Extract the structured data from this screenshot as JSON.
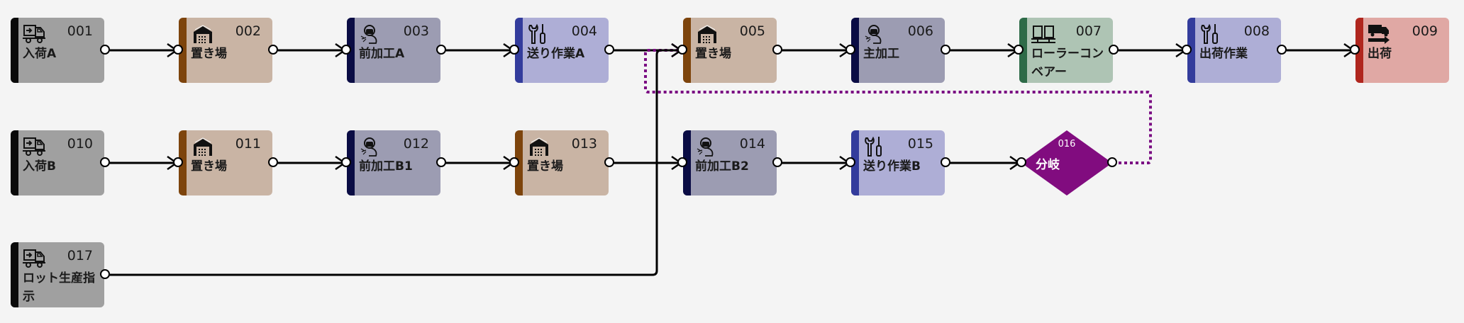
{
  "colors": {
    "background": "#f4f4f4",
    "edge": "#000000",
    "edge_dotted": "#7a0c82",
    "decision": "#810c7f"
  },
  "categories": {
    "receiving": {
      "bar": "#0a0a0a",
      "fill": "#a0a0a0",
      "icon": "truck-inbound-icon"
    },
    "storage": {
      "bar": "#7d440c",
      "fill": "#c9b4a4",
      "icon": "warehouse-icon"
    },
    "processing": {
      "bar": "#0a0c44",
      "fill": "#9c9cb2",
      "icon": "welder-icon"
    },
    "work": {
      "bar": "#333c9c",
      "fill": "#aeaed6",
      "icon": "tools-icon"
    },
    "conveyor": {
      "bar": "#2e6b48",
      "fill": "#aec4b4",
      "icon": "conveyor-icon"
    },
    "shipping": {
      "bar": "#b0261e",
      "fill": "#e0a8a4",
      "icon": "truck-outbound-icon"
    }
  },
  "nodes": [
    {
      "id": "001",
      "label": "入荷A",
      "category": "receiving"
    },
    {
      "id": "002",
      "label": "置き場",
      "category": "storage"
    },
    {
      "id": "003",
      "label": "前加工A",
      "category": "processing"
    },
    {
      "id": "004",
      "label": "送り作業A",
      "category": "work"
    },
    {
      "id": "005",
      "label": "置き場",
      "category": "storage"
    },
    {
      "id": "006",
      "label": "主加工",
      "category": "processing"
    },
    {
      "id": "007",
      "label": "ローラーコンベアー",
      "category": "conveyor"
    },
    {
      "id": "008",
      "label": "出荷作業",
      "category": "work"
    },
    {
      "id": "009",
      "label": "出荷",
      "category": "shipping"
    },
    {
      "id": "010",
      "label": "入荷B",
      "category": "receiving"
    },
    {
      "id": "011",
      "label": "置き場",
      "category": "storage"
    },
    {
      "id": "012",
      "label": "前加工B1",
      "category": "processing"
    },
    {
      "id": "013",
      "label": "置き場",
      "category": "storage"
    },
    {
      "id": "014",
      "label": "前加工B2",
      "category": "processing"
    },
    {
      "id": "015",
      "label": "送り作業B",
      "category": "work"
    },
    {
      "id": "016",
      "label": "分岐",
      "category": "decision"
    },
    {
      "id": "017",
      "label": "ロット生産指示",
      "category": "receiving"
    }
  ],
  "edges": [
    {
      "from": "001",
      "to": "002",
      "style": "solid"
    },
    {
      "from": "002",
      "to": "003",
      "style": "solid"
    },
    {
      "from": "003",
      "to": "004",
      "style": "solid"
    },
    {
      "from": "004",
      "to": "005",
      "style": "solid"
    },
    {
      "from": "005",
      "to": "006",
      "style": "solid"
    },
    {
      "from": "006",
      "to": "007",
      "style": "solid"
    },
    {
      "from": "007",
      "to": "008",
      "style": "solid"
    },
    {
      "from": "008",
      "to": "009",
      "style": "solid"
    },
    {
      "from": "010",
      "to": "011",
      "style": "solid"
    },
    {
      "from": "011",
      "to": "012",
      "style": "solid"
    },
    {
      "from": "012",
      "to": "013",
      "style": "solid"
    },
    {
      "from": "013",
      "to": "014",
      "style": "solid"
    },
    {
      "from": "014",
      "to": "015",
      "style": "solid"
    },
    {
      "from": "015",
      "to": "016",
      "style": "solid"
    },
    {
      "from": "016",
      "to": "005",
      "style": "dotted"
    },
    {
      "from": "017",
      "to": "005",
      "style": "solid"
    }
  ]
}
